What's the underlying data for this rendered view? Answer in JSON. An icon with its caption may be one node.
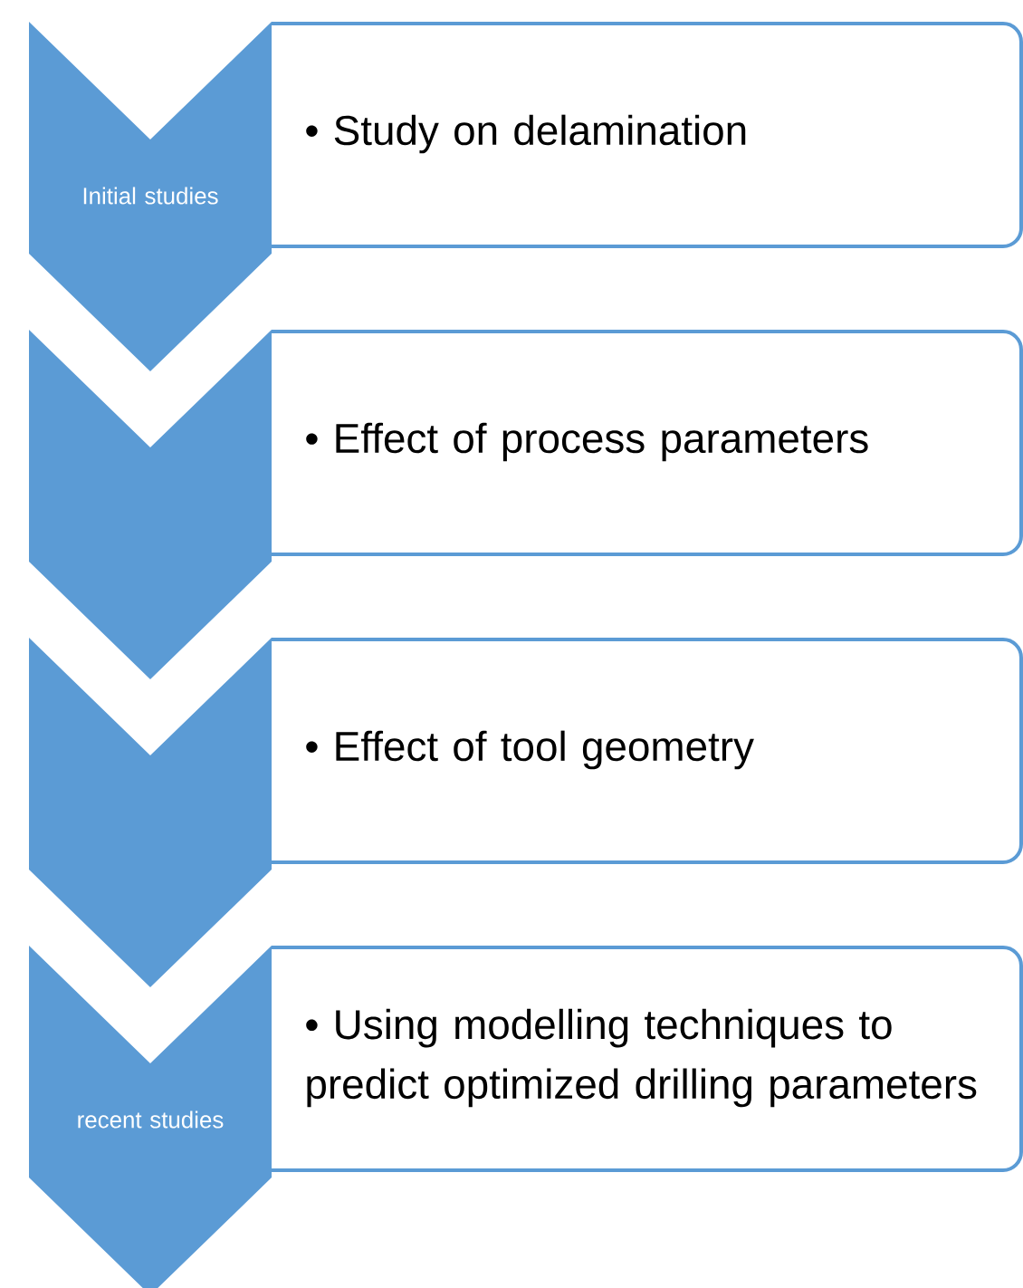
{
  "diagram": {
    "nodes": [
      {
        "text": [
          "Initial studies"
        ]
      },
      {
        "text": [
          "• Study on delamination"
        ]
      },
      {
        "text": [],
        "shape": "chevron"
      },
      {
        "text": [
          "• Effect of process parameters"
        ]
      },
      {
        "text": [],
        "shape": "chevron"
      },
      {
        "text": [
          "• Effect of tool geometry"
        ]
      },
      {
        "text": [
          "recent studies"
        ]
      },
      {
        "text": [
          "• Using modelling techniques to predict optimized drilling parameters"
        ]
      }
    ]
  }
}
